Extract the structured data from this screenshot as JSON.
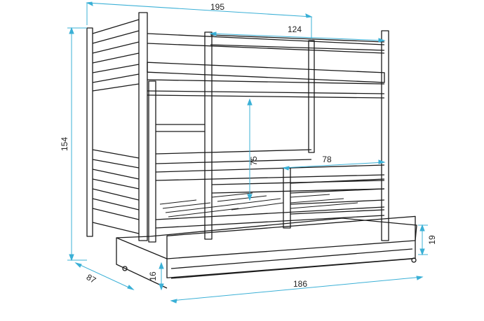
{
  "colors": {
    "outline": "#1a1a1a",
    "dimension_line": "#3bb0d6",
    "dimension_text": "#222222",
    "background": "#ffffff"
  },
  "dimensions": {
    "overall_length": "195",
    "top_guard_length": "124",
    "overall_height": "154",
    "inner_height": "75",
    "bottom_guard_length": "78",
    "depth": "87",
    "drawer_length": "186",
    "drawer_height_front": "16",
    "drawer_height_side": "19"
  }
}
